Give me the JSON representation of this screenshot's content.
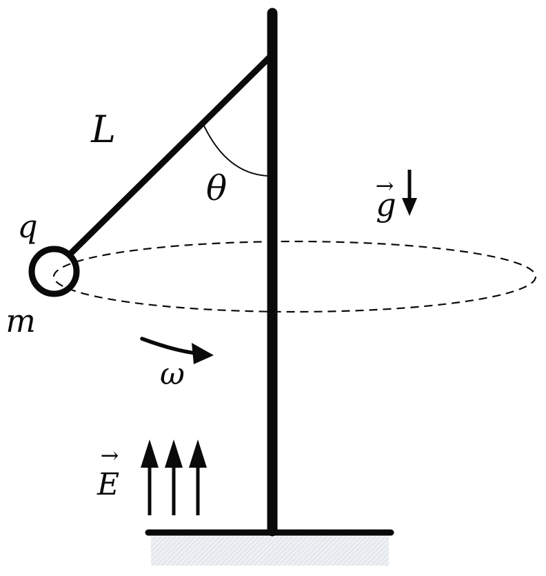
{
  "figure": {
    "labels": {
      "string_length": "L",
      "angle": "θ",
      "charge": "q",
      "mass": "m",
      "gravity": "g",
      "angular_velocity": "ω",
      "electric_field": "E",
      "gravity_vector_arrow": "→",
      "field_vector_arrow": "→"
    },
    "colors": {
      "ink": "#0a0a0a",
      "background": "#ffffff",
      "ground_fill": "#eef1f4",
      "ground_hatch": "#c9d0d8"
    }
  }
}
